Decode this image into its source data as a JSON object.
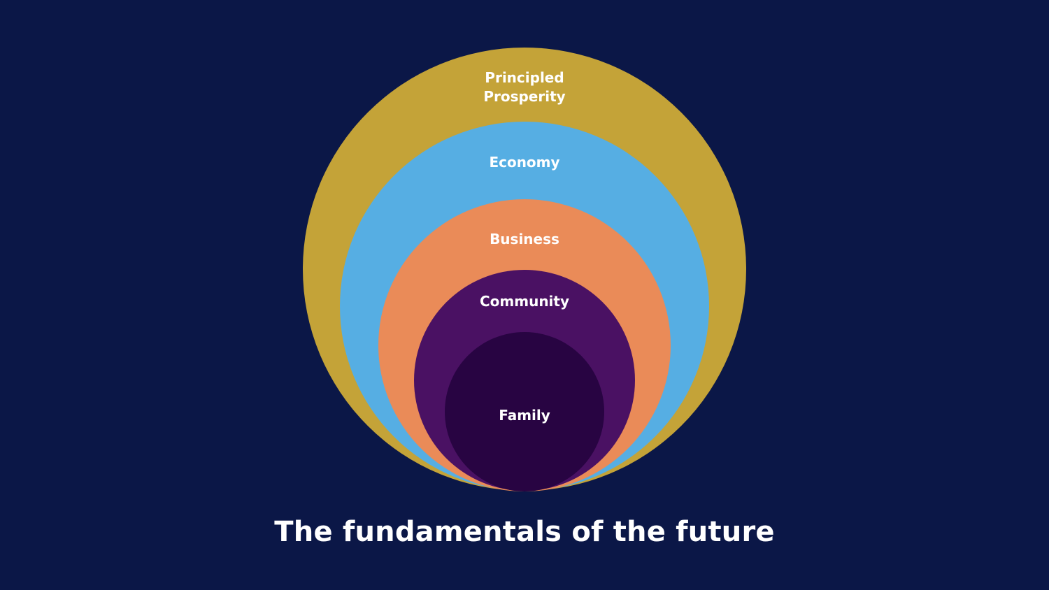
{
  "diagram": {
    "title": "The fundamentals of the future",
    "rings": [
      {
        "lines": [
          "Principled",
          "Prosperity"
        ],
        "color": "#c4a338"
      },
      {
        "lines": [
          "Economy"
        ],
        "color": "#56aee3"
      },
      {
        "lines": [
          "Business"
        ],
        "color": "#ea8b58"
      },
      {
        "lines": [
          "Community"
        ],
        "color": "#4a1163"
      },
      {
        "lines": [
          "Family"
        ],
        "color": "#280442"
      }
    ]
  }
}
